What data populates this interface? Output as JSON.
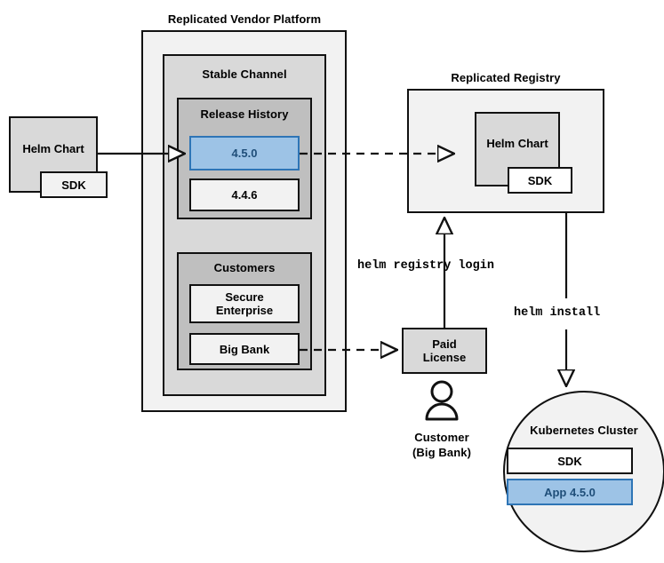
{
  "diagram": {
    "title": "Replicated Vendor Platform",
    "vendor_platform": {
      "label": "Replicated Vendor Platform",
      "channel": {
        "label": "Stable Channel",
        "release_history": {
          "label": "Release History",
          "releases": [
            {
              "version": "4.5.0",
              "highlighted": true
            },
            {
              "version": "4.4.6",
              "highlighted": false
            }
          ]
        },
        "customers": {
          "label": "Customers",
          "entries": [
            {
              "name": "Secure\nEnterprise",
              "line1": "Secure",
              "line2": "Enterprise"
            },
            {
              "name": "Big Bank",
              "line1": "Big Bank",
              "line2": ""
            }
          ]
        }
      }
    },
    "source_chart": {
      "label": "Helm Chart",
      "sdk_label": "SDK"
    },
    "registry": {
      "label": "Replicated Registry",
      "chart_label": "Helm Chart",
      "sdk_label": "SDK"
    },
    "license": {
      "line1": "Paid",
      "line2": "License"
    },
    "customer_actor": {
      "line1": "Customer",
      "line2": "(Big Bank)",
      "icon": "person-icon"
    },
    "cluster": {
      "label": "Kubernetes Cluster",
      "items": [
        {
          "label": "SDK",
          "highlighted": false
        },
        {
          "label": "App 4.5.0",
          "highlighted": true
        }
      ]
    },
    "commands": {
      "registry_login": "helm registry login",
      "install": "helm install"
    },
    "colors": {
      "highlight_fill": "#9dc3e6",
      "highlight_border": "#2e75b6",
      "highlight_text": "#1f4e79",
      "stroke": "#111111",
      "fill_light": "#f2f2f2",
      "fill_mid": "#d9d9d9",
      "fill_dark": "#bfbfbf"
    }
  }
}
